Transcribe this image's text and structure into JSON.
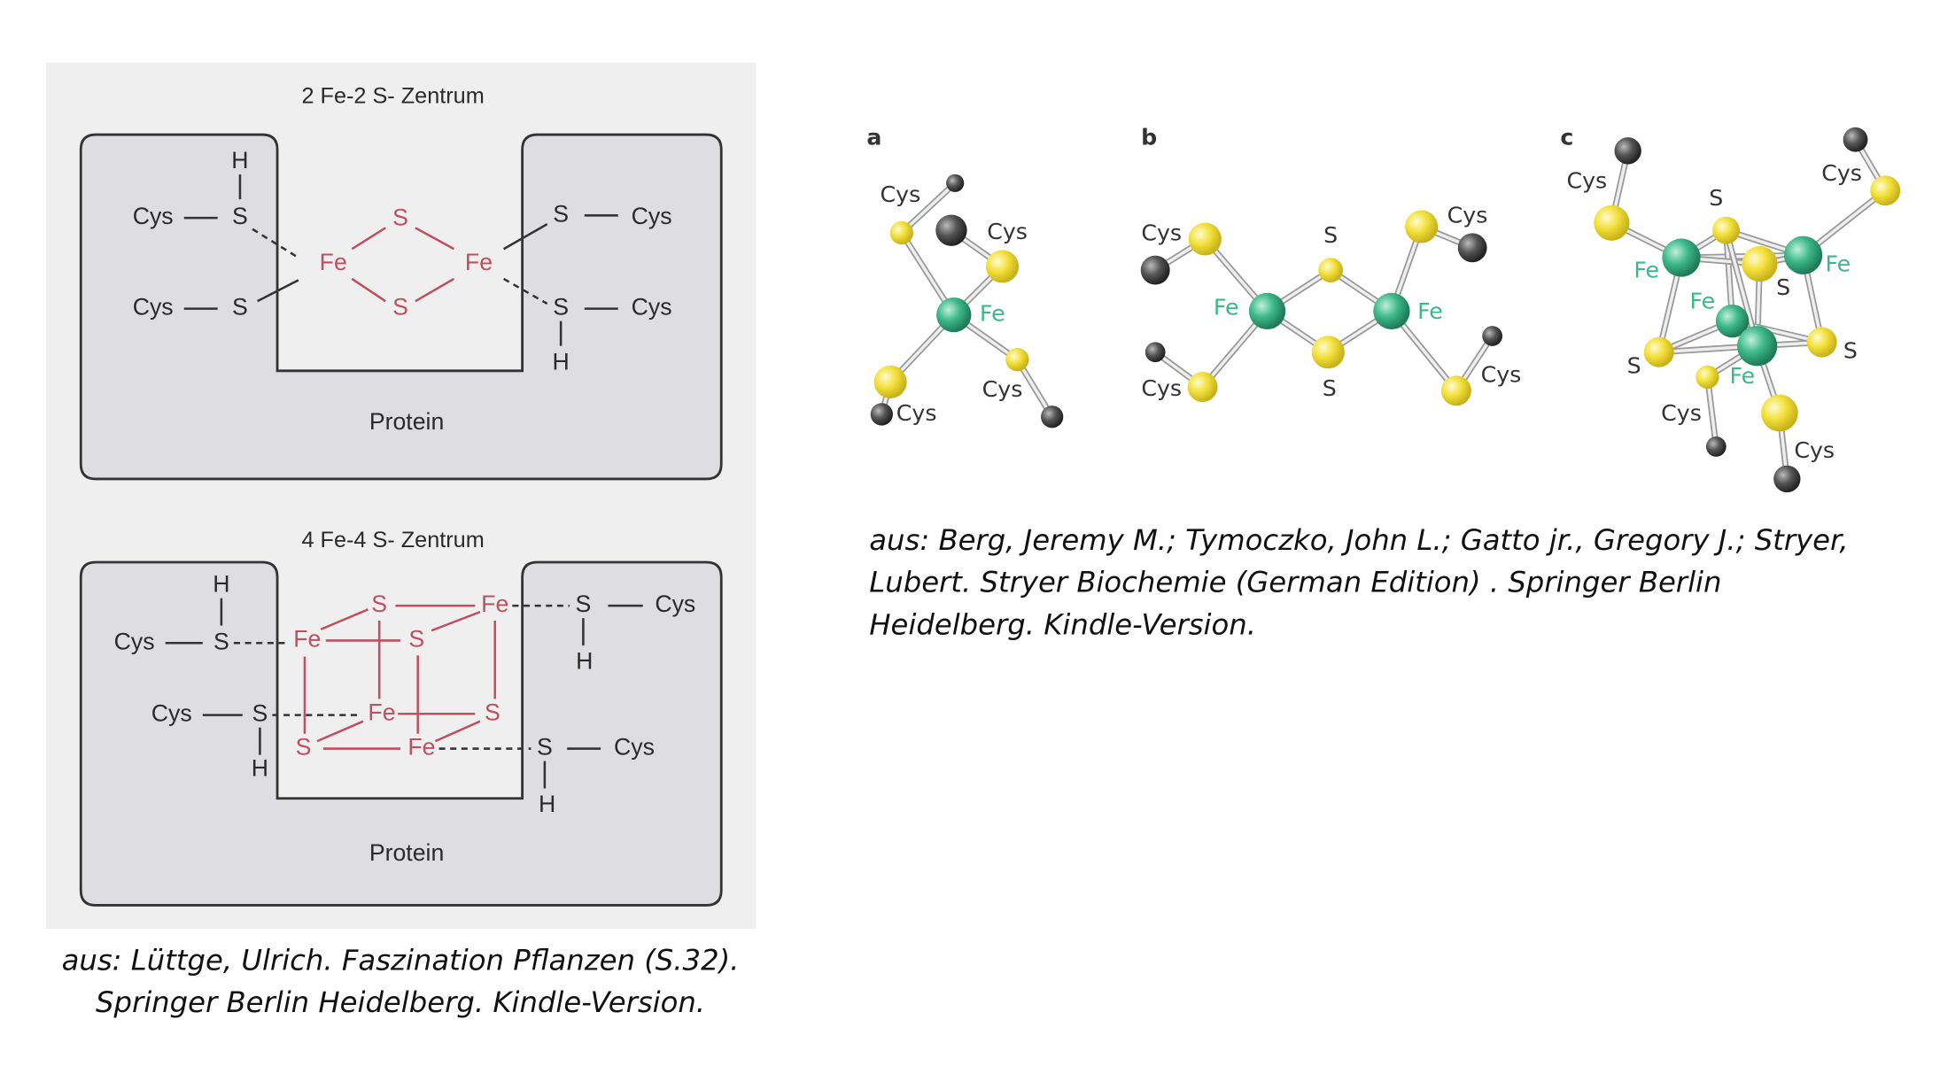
{
  "left_figure": {
    "top": {
      "title": "2 Fe-2 S- Zentrum",
      "protein_label": "Protein",
      "ligand_labels": [
        "H",
        "Cys",
        "S",
        "Cys",
        "S",
        "S",
        "Cys",
        "S",
        "Cys",
        "H"
      ],
      "cluster_labels": [
        "Fe",
        "S",
        "S",
        "Fe"
      ]
    },
    "bottom": {
      "title": "4 Fe-4 S- Zentrum",
      "protein_label": "Protein",
      "ligand_labels": [
        "H",
        "Cys",
        "S",
        "Cys",
        "S",
        "H",
        "S",
        "Cys",
        "H",
        "S",
        "Cys",
        "H"
      ],
      "cluster_labels": [
        "Fe",
        "S",
        "Fe",
        "S",
        "Fe",
        "S",
        "S",
        "Fe"
      ]
    },
    "caption": [
      "aus: Lüttge, Ulrich. Faszination Pflanzen (S.32).",
      "Springer Berlin Heidelberg. Kindle-Version."
    ]
  },
  "right_figure": {
    "panel_labels": [
      "a",
      "b",
      "c"
    ],
    "a_labels": [
      "Cys",
      "Cys",
      "Cys",
      "Cys",
      "Fe"
    ],
    "b_labels": [
      "Cys",
      "Cys",
      "Cys",
      "Cys",
      "S",
      "S",
      "Fe",
      "Fe"
    ],
    "c_labels": [
      "Cys",
      "Cys",
      "Cys",
      "Cys",
      "S",
      "S",
      "S",
      "S",
      "Fe",
      "Fe",
      "Fe",
      "Fe"
    ],
    "caption": [
      "aus: Berg, Jeremy M.; Tymoczko, John L.; Gatto jr., Gregory J.; Stryer,",
      "Lubert. Stryer Biochemie (German Edition) . Springer Berlin",
      "Heidelberg. Kindle-Version."
    ]
  },
  "colors": {
    "iron": "#3cb889",
    "sulfur": "#f2e03a",
    "carbon": "#555555",
    "cluster_lines": "#c0505e",
    "protein_fill": "#dedee2",
    "panel_bg": "#efeff0"
  }
}
